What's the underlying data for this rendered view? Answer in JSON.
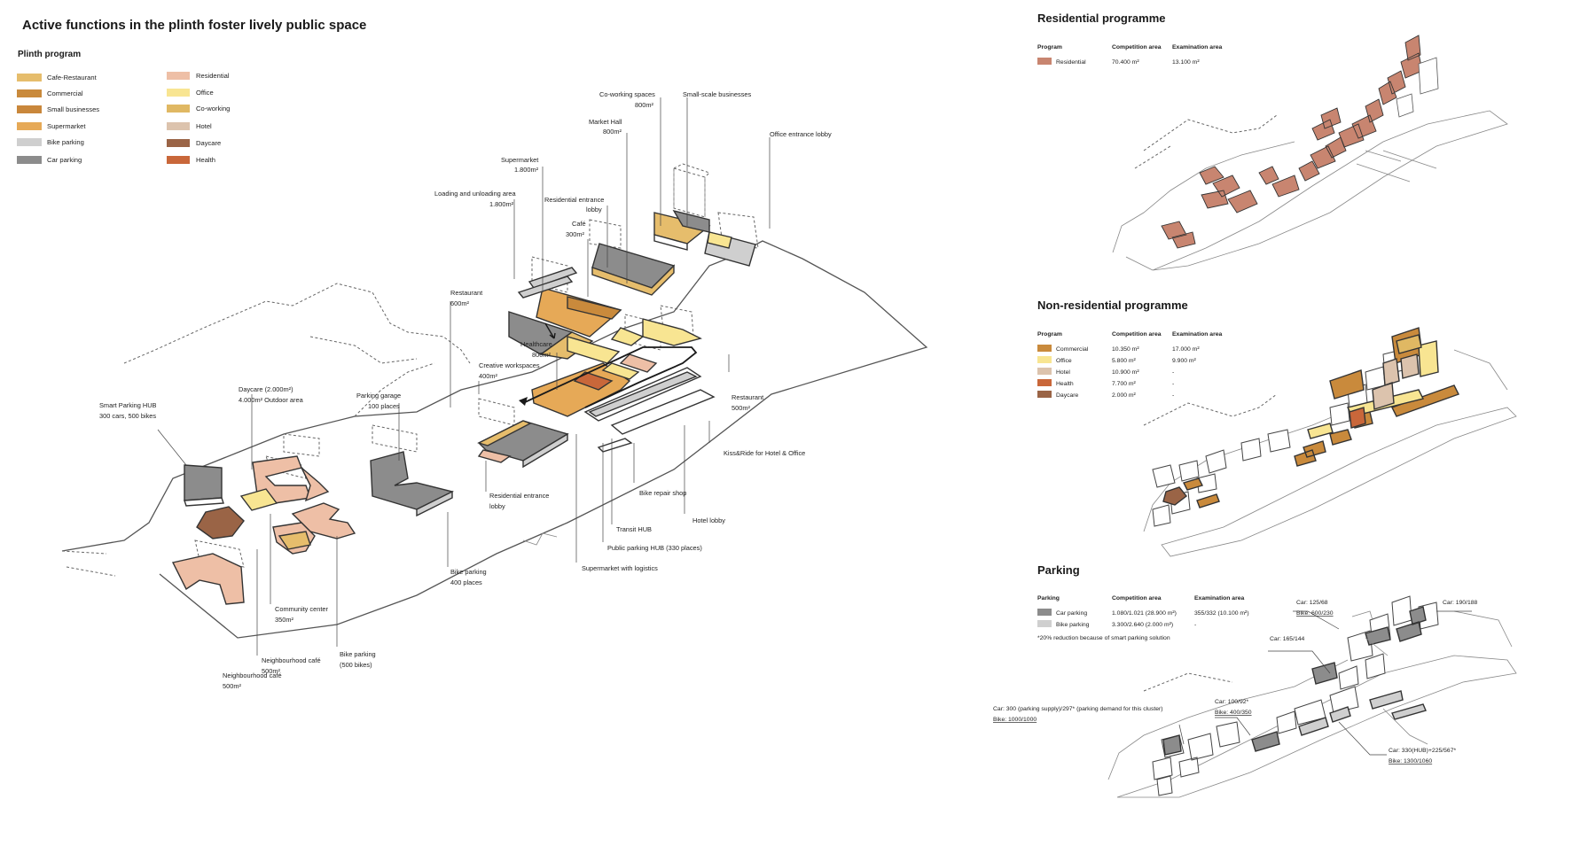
{
  "colors": {
    "cafe_restaurant": "#e6bd6c",
    "commercial": "#c98a3c",
    "small_businesses": "#c9873b",
    "supermarket": "#e6a957",
    "bike_parking": "#cfcfcf",
    "car_parking": "#8c8c8c",
    "residential": "#eebfa6",
    "office": "#f8e592",
    "co_working": "#e0b863",
    "hotel": "#dcc3ad",
    "daycare": "#9a6446",
    "health": "#c9673a",
    "residential_dark": "#c88570"
  },
  "left": {
    "title": "Active functions in the plinth foster lively public space",
    "legend_title": "Plinth program",
    "legend_left": [
      {
        "label": "Cafe-Restaurant",
        "color": "#e6bd6c"
      },
      {
        "label": "Commercial",
        "color": "#c98a3c"
      },
      {
        "label": "Small businesses",
        "color": "#c9873b"
      },
      {
        "label": "Supermarket",
        "color": "#e6a957"
      },
      {
        "label": "Bike parking",
        "color": "#cfcfcf"
      },
      {
        "label": "Car parking",
        "color": "#8c8c8c"
      }
    ],
    "legend_right": [
      {
        "label": "Residential",
        "color": "#eebfa6"
      },
      {
        "label": "Office",
        "color": "#f8e592"
      },
      {
        "label": "Co-working",
        "color": "#e0b863"
      },
      {
        "label": "Hotel",
        "color": "#dcc3ad"
      },
      {
        "label": "Daycare",
        "color": "#9a6446"
      },
      {
        "label": "Health",
        "color": "#c9673a"
      }
    ],
    "annotations": {
      "coworking_l1": "Co-working spaces",
      "coworking_l2": "800m²",
      "small_scale": "Small-scale businesses",
      "market_l1": "Market Hall",
      "market_l2": "800m²",
      "office_lobby": "Office entrance lobby",
      "supermarket_l1": "Supermarket",
      "supermarket_l2": "1.800m²",
      "loading_l1": "Loading and unloading area",
      "loading_l2": "1.800m²",
      "res_lobby_top_l1": "Residential entrance",
      "res_lobby_top_l2": "lobby",
      "cafe_l1": "Café",
      "cafe_l2": "300m²",
      "restaurant600_l1": "Restaurant",
      "restaurant600_l2": "600m²",
      "healthcare_l1": "Healthcare",
      "healthcare_l2": "800m²",
      "creative_l1": "Creative workspaces",
      "creative_l2": "400m²",
      "restaurant500_l1": "Restaurant",
      "restaurant500_l2": "500m²",
      "daycare_l1": "Daycare (2.000m²)",
      "daycare_l2": "4.000m² Outdoor area",
      "parking_garage_l1": "Parking garage",
      "parking_garage_l2": "100 places",
      "smart_hub_l1": "Smart Parking HUB",
      "smart_hub_l2": "300 cars, 500 bikes",
      "kiss_ride": "Kiss&Ride for Hotel & Office",
      "res_lobby_bot_l1": "Residential entrance",
      "res_lobby_bot_l2": "lobby",
      "bike_repair": "Bike repair shop",
      "hotel_lobby": "Hotel lobby",
      "transit_hub": "Transit HUB",
      "public_parking": "Public parking HUB (330 places)",
      "supermarket_logistics": "Supermarket with logistics",
      "bike_parking400_l1": "Bike parking",
      "bike_parking400_l2": "400 places",
      "community_l1": "Community center",
      "community_l2": "350m²",
      "bike_parking500_l1": "Bike parking",
      "bike_parking500_l2": "(500 bikes)",
      "neigh_cafe1_l1": "Neighbourhood café",
      "neigh_cafe1_l2": "500m²",
      "neigh_cafe2_l1": "Neighbourhood café",
      "neigh_cafe2_l2": "500m²"
    }
  },
  "residential": {
    "title": "Residential programme",
    "col_program": "Program",
    "col_competition": "Competition area",
    "col_examination": "Examination area",
    "rows": [
      {
        "label": "Residential",
        "competition": "70.400 m²",
        "examination": "13.100 m²",
        "color": "#c88570"
      }
    ]
  },
  "nonres": {
    "title": "Non-residential programme",
    "col_program": "Program",
    "col_competition": "Competition area",
    "col_examination": "Examination area",
    "rows": [
      {
        "label": "Commercial",
        "competition": "10.350 m²",
        "examination": "17.000 m²",
        "color": "#c98a3c"
      },
      {
        "label": "Office",
        "competition": "5.800 m²",
        "examination": "9.900 m²",
        "color": "#f8e592"
      },
      {
        "label": "Hotel",
        "competition": "10.900 m²",
        "examination": "-",
        "color": "#dcc3ad"
      },
      {
        "label": "Health",
        "competition": "7.700 m²",
        "examination": "-",
        "color": "#c9673a"
      },
      {
        "label": "Daycare",
        "competition": "2.000 m²",
        "examination": "-",
        "color": "#9a6446"
      }
    ]
  },
  "parking": {
    "title": "Parking",
    "col_program": "Parking",
    "col_competition": "Competition area",
    "col_examination": "Examination area",
    "rows": [
      {
        "label": "Car parking",
        "competition": "1.080/1.021 (28.900 m²)",
        "examination": "355/332 (10.100 m²)",
        "color": "#8c8c8c"
      },
      {
        "label": "Bike parking",
        "competition": "3.300/2.640 (2.000 m²)",
        "examination": "-",
        "color": "#cfcfcf"
      }
    ],
    "note": "*20% reduction because of smart parking solution",
    "callouts": {
      "c1_car": "Car: 125/68",
      "c1_bike": "Bike: 600/230",
      "c2_car": "Car: 190/188",
      "c3_car": "Car: 165/144",
      "c4_car": "Car: 100/92*",
      "c4_bike": "Bike: 400/350",
      "c5_car": "Car: 300 (parking supply)/297* (parking demand for this cluster)",
      "c5_bike": "Bike: 1000/1000",
      "c6_car": "Car: 330(HUB)+225/567*",
      "c6_bike": "Bike: 1300/1060"
    }
  }
}
